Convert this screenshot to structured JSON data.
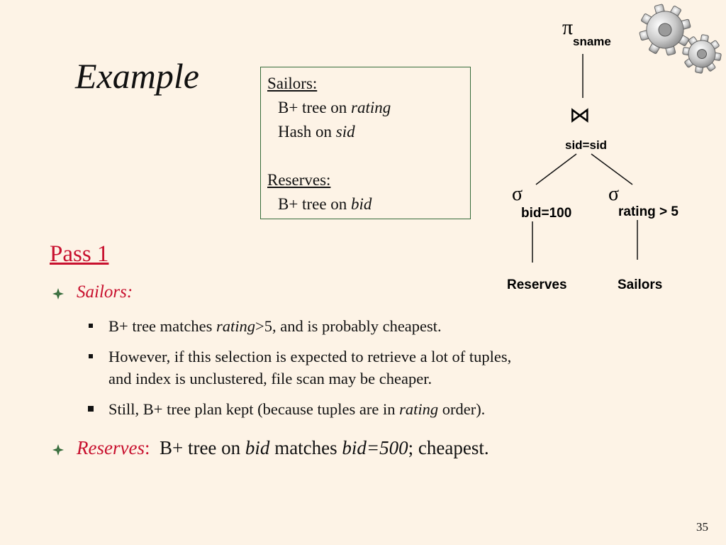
{
  "slide": {
    "title": "Example",
    "page_number": "35"
  },
  "index_box": {
    "sailors_header": "Sailors:",
    "sailors_line1_prefix": "B+ tree on ",
    "sailors_line1_attr": "rating",
    "sailors_line2_prefix": "Hash on ",
    "sailors_line2_attr": "sid",
    "reserves_header": "Reserves:",
    "reserves_line1_prefix": "B+ tree on ",
    "reserves_line1_attr": "bid"
  },
  "pass": {
    "title": "Pass 1",
    "sailors_label": "Sailors",
    "sailors_colon": ":",
    "sub1_prefix": "B+ tree matches ",
    "sub1_attr": "rating",
    "sub1_cond": ">5",
    "sub1_suffix": ", and is probably cheapest.",
    "sub2_line1": "However, if this selection is expected to retrieve a lot of tuples,",
    "sub2_line2": "and index is unclustered, file scan may be cheaper.",
    "sub3_prefix": "Still, B+ tree plan kept (because tuples are in ",
    "sub3_attr": "rating",
    "sub3_suffix": " order).",
    "reserves_label": "Reserves",
    "reserves_colon": ":",
    "reserves_text1": "  B+ tree on ",
    "reserves_attr1": "bid",
    "reserves_text2": " matches ",
    "reserves_attr2": "bid=500",
    "reserves_text3": "; cheapest."
  },
  "query_tree": {
    "projection_symbol": "π",
    "projection_attr": "sname",
    "join_symbol": "⋈",
    "join_cond": "sid=sid",
    "select_symbol": "σ",
    "left_select_cond": "bid=100",
    "right_select_cond": "rating > 5",
    "left_relation": "Reserves",
    "right_relation": "Sailors"
  },
  "colors": {
    "background": "#fdf3e6",
    "accent_red": "#c8102e",
    "box_border": "#356b3a",
    "bullet_green": "#356b3a"
  },
  "icons": {
    "decoration": "gears-icon",
    "bullet": "diamond-bullet-icon"
  }
}
